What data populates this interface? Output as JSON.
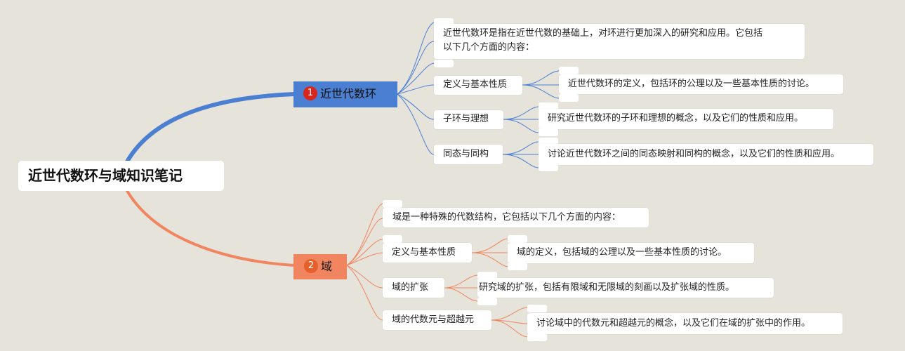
{
  "root": {
    "title": "近世代数环与域知识笔记"
  },
  "colors": {
    "background": "#e6e3db",
    "ring_branch": "#4b7fd1",
    "field_branch": "#f0855f",
    "badge1": "#d9261c",
    "badge2": "#e6602d"
  },
  "branches": [
    {
      "number": "1",
      "title": "近世代数环",
      "intro": [
        "近世代数环是指在近世代数的基础上，对环进行更加深入的研究和应用。它包括",
        "以下几个方面的内容："
      ],
      "topics": [
        {
          "label": "定义与基本性质",
          "detail": "近世代数环的定义，包括环的公理以及一些基本性质的讨论。"
        },
        {
          "label": "子环与理想",
          "detail": "研究近世代数环的子环和理想的概念，以及它们的性质和应用。"
        },
        {
          "label": "同态与同构",
          "detail": "讨论近世代数环之间的同态映射和同构的概念，以及它们的性质和应用。"
        }
      ]
    },
    {
      "number": "2",
      "title": "域",
      "intro": [
        "域是一种特殊的代数结构，它包括以下几个方面的内容："
      ],
      "topics": [
        {
          "label": "定义与基本性质",
          "detail": "域的定义，包括域的公理以及一些基本性质的讨论。"
        },
        {
          "label": "域的扩张",
          "detail": "研究域的扩张，包括有限域和无限域的刻画以及扩张域的性质。"
        },
        {
          "label": "域的代数元与超越元",
          "detail": "讨论域中的代数元和超越元的概念，以及它们在域的扩张中的作用。"
        }
      ]
    }
  ]
}
